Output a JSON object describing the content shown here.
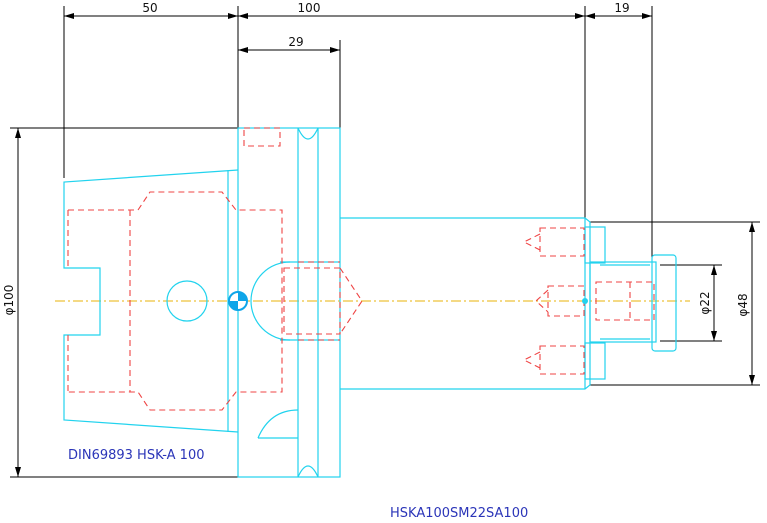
{
  "drawing": {
    "standard_label": "DIN69893 HSK-A 100",
    "part_number": "HSKA100SM22SA100",
    "dimensions": {
      "length_taper": "50",
      "length_total": "100",
      "length_flange": "29",
      "length_nose": "19",
      "dia_flange": "φ100",
      "dia_body": "φ48",
      "dia_pilot": "φ22"
    }
  },
  "colors": {
    "outline": "#22d3ee",
    "hidden": "#ef4444",
    "center": "#eab308",
    "text": "#2b35b8"
  }
}
